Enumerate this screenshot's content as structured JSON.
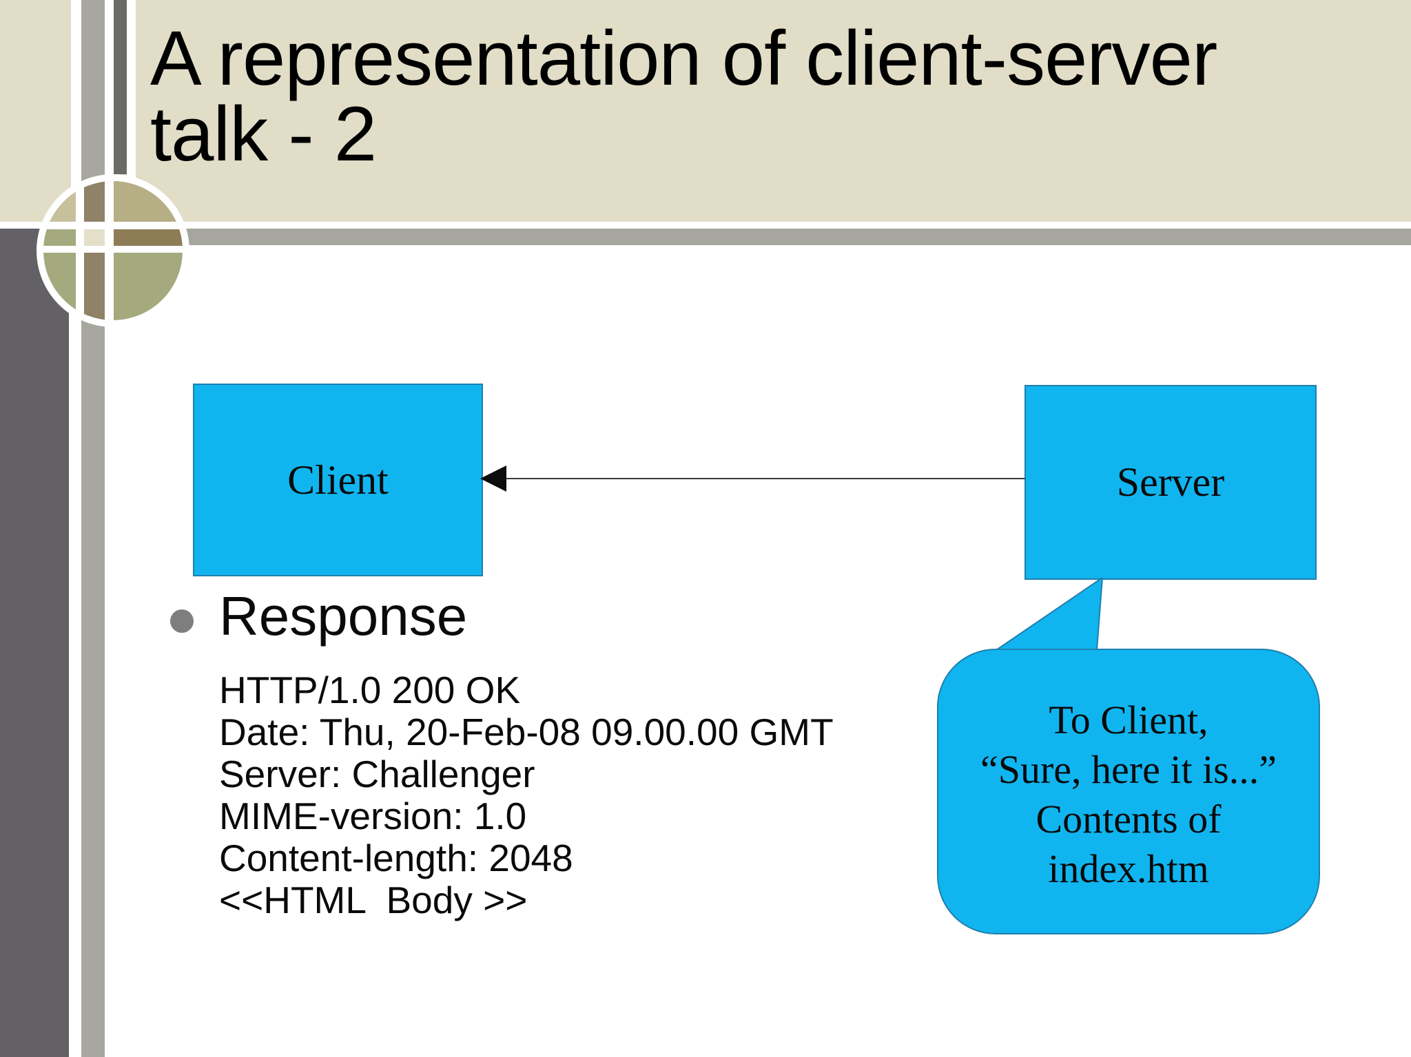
{
  "slide": {
    "title": "A representation of client-server talk - 2"
  },
  "diagram": {
    "client": {
      "label": "Client"
    },
    "server": {
      "label": "Server"
    },
    "arrow": {
      "direction": "left",
      "from": "Server",
      "to": "Client"
    },
    "bubble": {
      "lines": [
        "To Client,",
        "“Sure, here it is...”",
        "Contents of",
        "index.htm"
      ]
    }
  },
  "response": {
    "heading": "Response",
    "lines": [
      "HTTP/1.0 200 OK",
      "Date: Thu, 20-Feb-08 09.00.00 GMT",
      "Server: Challenger",
      "MIME-version: 1.0",
      "Content-length: 2048",
      "<<HTML  Body >>"
    ]
  },
  "colors": {
    "box_fill": "#10b5f0",
    "box_border": "#1f7fae",
    "header_beige": "#e1ddc7",
    "bar_gray": "#a6a59e",
    "left_column_gray": "#636066",
    "stripe_gray": "#a8a79f",
    "stripe_dark": "#6a6a68",
    "circle_olive": "#a4a97e",
    "circle_khaki": "#c8c09c",
    "circle_tan": "#8f8266",
    "circle_brown": "#8d7c55",
    "bullet_gray": "#7e7e7e",
    "arrow_black": "#0d0d0d"
  }
}
